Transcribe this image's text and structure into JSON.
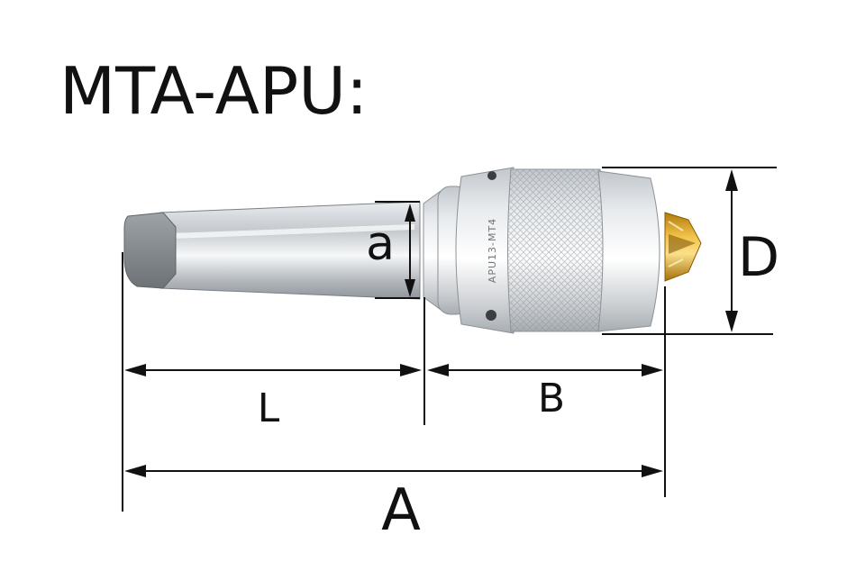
{
  "title": "MTA-APU:",
  "engraving": "APU13-MT4",
  "dimensions": {
    "a": "a",
    "D": "D",
    "L": "L",
    "B": "B",
    "A": "A"
  },
  "colors": {
    "ink": "#111111",
    "steel": "#c9cdd1",
    "gold": "#d9a21a"
  }
}
